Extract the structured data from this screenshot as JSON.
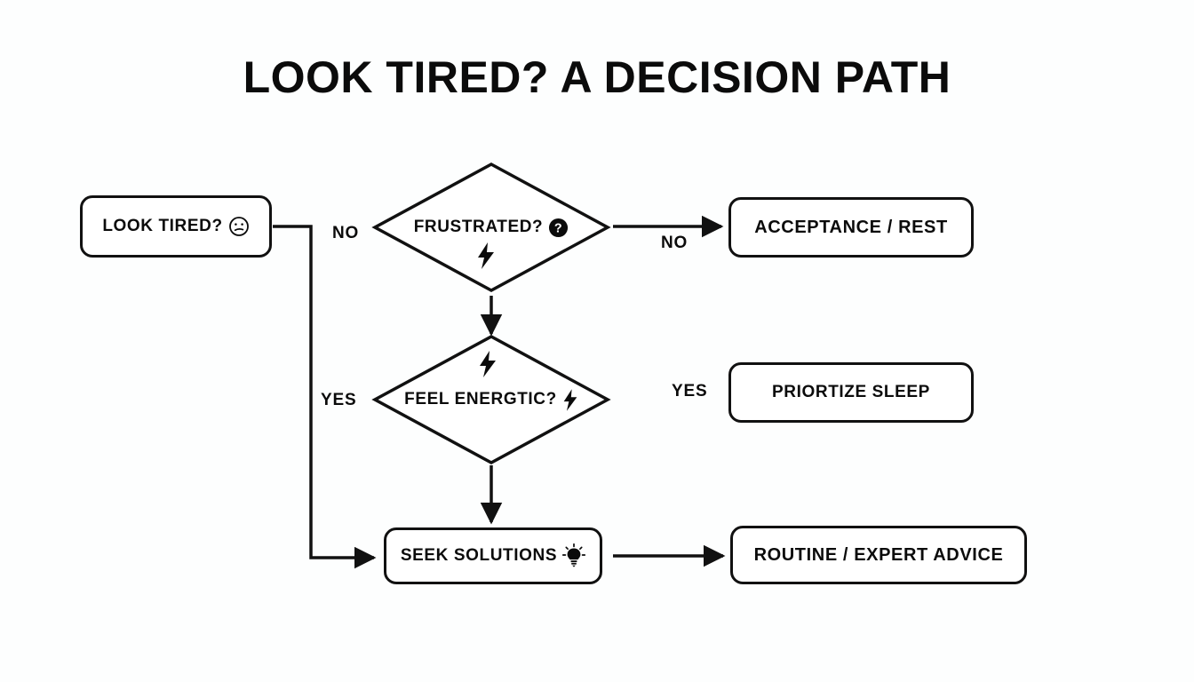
{
  "title": "LOOK TIRED? A DECISION PATH",
  "diagram": {
    "type": "flowchart",
    "nodes": [
      {
        "id": "start",
        "shape": "rounded-rect",
        "text": "LOOK TIRED?",
        "icon": "confused-face-icon"
      },
      {
        "id": "q1",
        "shape": "diamond",
        "text": "FRUSTRATED?",
        "icon": "question-badge-icon",
        "extra_icon": "lightning-bolt-icon"
      },
      {
        "id": "accept",
        "shape": "rounded-rect",
        "text": "ACCEPTANCE / REST",
        "icon": ""
      },
      {
        "id": "q2",
        "shape": "diamond",
        "text": "FEEL ENERGTIC?",
        "icon": "lightning-bolt-icon",
        "extra_icon": "lightning-bolt-icon"
      },
      {
        "id": "sleep",
        "shape": "rounded-rect",
        "text": "PRIORTIZE SLEEP",
        "icon": ""
      },
      {
        "id": "seek",
        "shape": "rounded-rect",
        "text": "SEEK SOLUTIONS",
        "icon": "lightbulb-icon"
      },
      {
        "id": "routine",
        "shape": "rounded-rect",
        "text": "ROUTINE / EXPERT ADVICE",
        "icon": ""
      }
    ],
    "edges": [
      {
        "from": "start",
        "to": "seek",
        "label": "NO",
        "style": "elbow"
      },
      {
        "from": "start",
        "to": "seek",
        "label": "YES",
        "style": "elbow"
      },
      {
        "from": "q1",
        "to": "accept",
        "label": "NO",
        "style": "straight"
      },
      {
        "from": "q1",
        "to": "q2",
        "label": "",
        "style": "straight"
      },
      {
        "from": "q2",
        "to": "sleep",
        "label": "YES",
        "style": "none"
      },
      {
        "from": "q2",
        "to": "seek",
        "label": "",
        "style": "straight"
      },
      {
        "from": "seek",
        "to": "routine",
        "label": "",
        "style": "straight"
      }
    ],
    "labels": {
      "no_1": "NO",
      "no_2": "NO",
      "yes_1": "YES",
      "yes_2": "YES"
    }
  },
  "colors": {
    "background": "#fdfefe",
    "stroke": "#111111",
    "text": "#0b0b0b",
    "node_fill": "#ffffff"
  }
}
